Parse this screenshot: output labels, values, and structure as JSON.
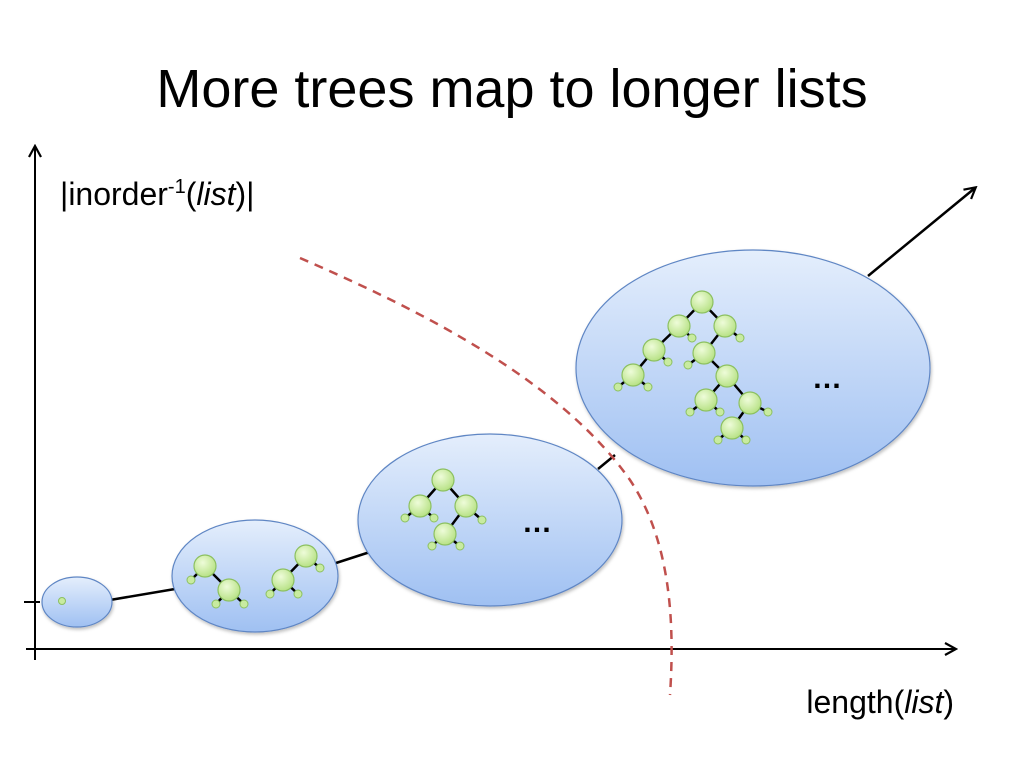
{
  "slide": {
    "title": "More trees map to longer lists"
  },
  "y_axis_label": {
    "prefix": "|inorder",
    "superscript": "-1",
    "open": "(",
    "arg": "list",
    "close": ")|"
  },
  "x_axis_label": {
    "prefix": "length(",
    "arg": "list",
    "close": ")"
  },
  "ellipsis_mid": "…",
  "ellipsis_large": "…",
  "colors": {
    "bubble_top": "#e4eefc",
    "bubble_bottom": "#9fc0f2",
    "bubble_stroke": "#5f86c4",
    "node_fill": "#c8eba0",
    "node_stroke": "#8cc060",
    "dashed_curve": "#c0504d",
    "axis": "#000000"
  }
}
